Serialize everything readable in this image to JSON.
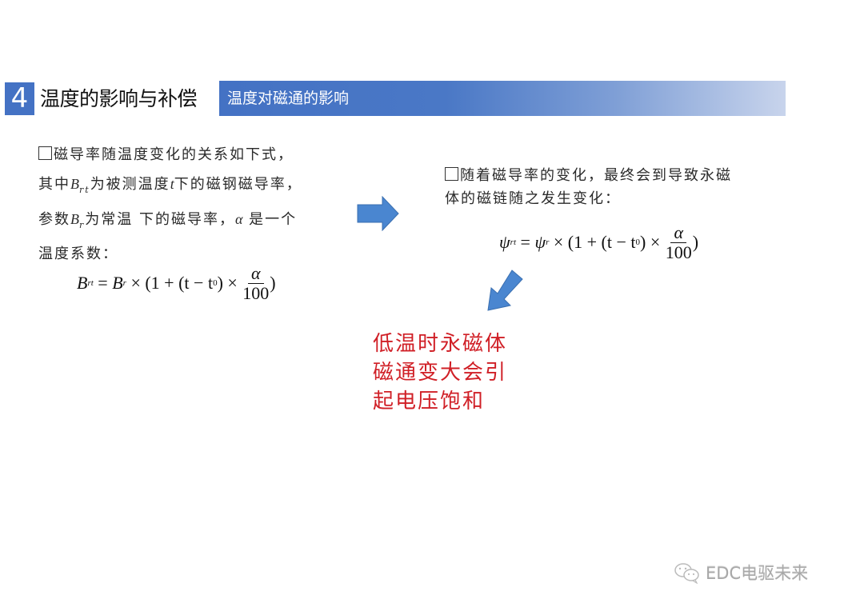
{
  "header": {
    "section_number": "4",
    "section_title": "温度的影响与补偿",
    "subtitle": "温度对磁通的影响",
    "bar_gradient": [
      "#4472c4",
      "#c8d4ec"
    ],
    "number_bg": "#4472c4"
  },
  "left_block": {
    "line1": "磁导率随温度变化的关系如下式，",
    "line2_pre": "其中",
    "line2_var": "B",
    "line2_sub": "rt",
    "line2_mid": "为被测温度",
    "line2_t": "t",
    "line2_post": "下的磁钢磁导率，",
    "line3_pre": "参数",
    "line3_var": "B",
    "line3_sub": "r",
    "line3_mid": "为常温 下的磁导率，",
    "line3_alpha": "α",
    "line3_post": " 是一个",
    "line4": "温度系数：",
    "formula": {
      "lhs": "B",
      "lhs_sub": "rt",
      "eq": " = ",
      "rhs_var": "B",
      "rhs_sub": "r",
      "body": " × (1 + (t − t",
      "t0_sub": "0",
      "close": ") × ",
      "frac_num": "α",
      "frac_den": "100",
      "end": ")"
    }
  },
  "right_block": {
    "line1": "随着磁导率的变化，最终会到导致永磁",
    "line2": "体的磁链随之发生变化：",
    "formula": {
      "lhs": "ψ",
      "lhs_sub": "rt",
      "eq": " = ",
      "rhs_var": "ψ",
      "rhs_sub": "r",
      "body": " × (1 + (t − t",
      "t0_sub": "0",
      "close": ") × ",
      "frac_num": "α",
      "frac_den": "100",
      "end": ")"
    }
  },
  "conclusion": {
    "lines": [
      "低温时永磁体",
      "磁通变大会引",
      "起电压饱和"
    ],
    "color": "#d01f26"
  },
  "arrows": {
    "color": "#4a86d0",
    "right_arrow": "arrow-right",
    "down_left_arrow": "arrow-down-left"
  },
  "watermark": {
    "icon": "wechat-icon",
    "text": "EDC电驱未来"
  }
}
